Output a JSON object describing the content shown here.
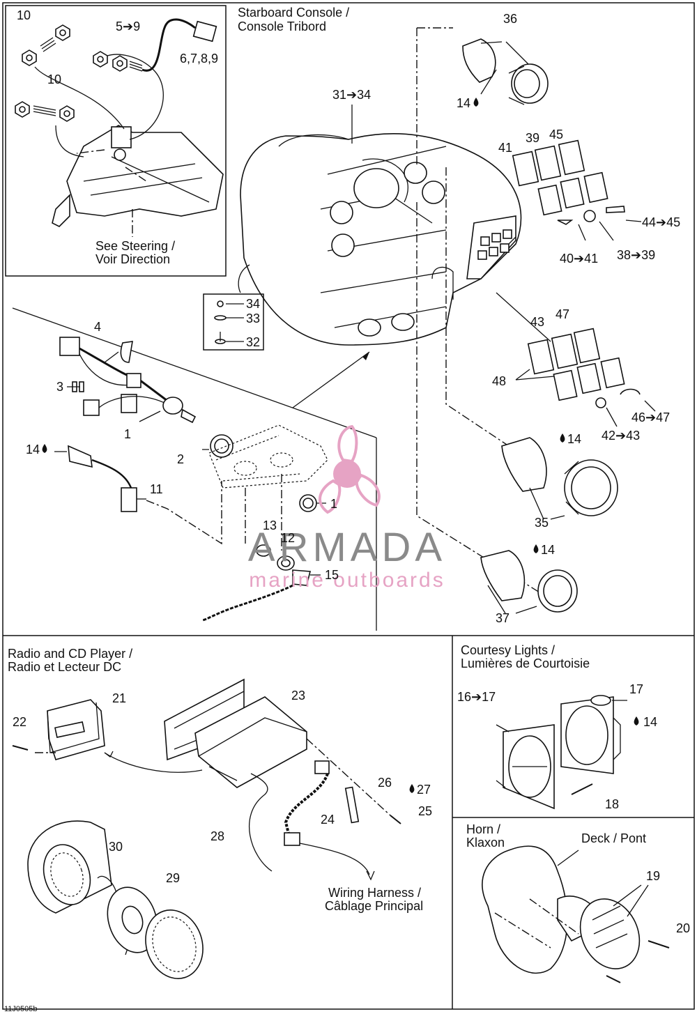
{
  "sections": {
    "steering": "See  Steering /",
    "steering2": "Voir Direction",
    "console": "Starboard Console /",
    "console2": "Console Tribord",
    "radio": "Radio and CD Player /",
    "radio2": "Radio et Lecteur DC",
    "courtesy": "Courtesy Lights /",
    "courtesy2": "Lumières de Courtoisie",
    "horn": "Horn /",
    "horn2": "Klaxon",
    "deck": "Deck / Pont",
    "wiring": "Wiring Harness /",
    "wiring2": "Câblage Principal"
  },
  "labels": {
    "l10a": "10",
    "l59": "5➔9",
    "l6789": "6,7,8,9",
    "l10b": "10",
    "l3134": "31➔34",
    "l36": "36",
    "l14a": "14",
    "l41": "41",
    "l39": "39",
    "l45": "45",
    "l4445": "44➔45",
    "l4041": "40➔41",
    "l3839": "38➔39",
    "l34": "34",
    "l33": "33",
    "l32": "32",
    "l4": "4",
    "l3": "3",
    "l1a": "1",
    "l14b": "14",
    "l2": "2",
    "l11": "11",
    "l1b": "1",
    "l13": "13",
    "l12": "12",
    "l15": "15",
    "l43": "43",
    "l47": "47",
    "l48": "48",
    "l4243": "42➔43",
    "l4647": "46➔47",
    "l14c": "14",
    "l35": "35",
    "l14d": "14",
    "l37": "37",
    "l21": "21",
    "l22": "22",
    "l23": "23",
    "l26": "26",
    "l27": "27",
    "l25": "25",
    "l24": "24",
    "l28": "28",
    "l30": "30",
    "l29": "29",
    "l1617": "16➔17",
    "l17": "17",
    "l14e": "14",
    "l18": "18",
    "l19": "19",
    "l20": "20"
  },
  "footer": "11J0505b",
  "watermark": {
    "brand": "ARMADA",
    "tagline": "marine outboards",
    "color": "#e6a3c4",
    "text_color": "#8a8a8a"
  }
}
